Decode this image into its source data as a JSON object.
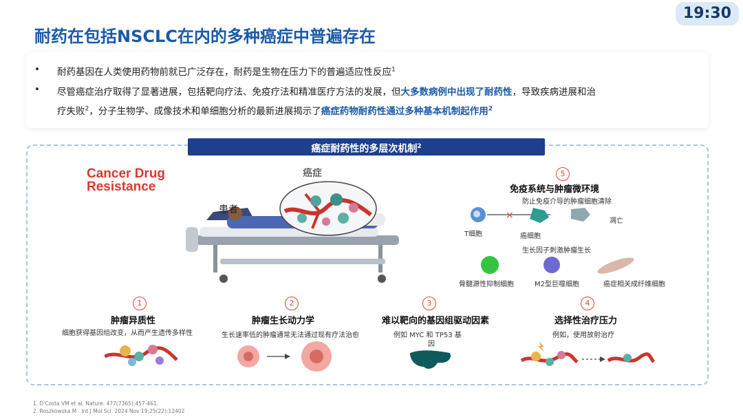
{
  "timer": "19:30",
  "title": "耐药在包括NSCLC在内的多种癌症中普遍存在",
  "bullets": {
    "marker": "•",
    "b1_text": "耐药基因在人类使用药物前就已广泛存在，耐药是生物在压力下的普遍适应性反应",
    "b1_sup": "1",
    "b2_line1_pre": "尽管癌症治疗取得了显著进展，包括靶向疗法、免疫疗法和精准医疗方法的发展，但",
    "b2_line1_hl": "大多数病例中出现了耐药性",
    "b2_line1_post": "，导致疾病进展和治",
    "b2_line2_pre": "疗失败",
    "b2_sup1": "2",
    "b2_line2_mid": "，分子生物学、成像技术和单细胞分析的最新进展揭示了",
    "b2_line2_hl": "癌症药物耐药性通过多种基本机制起作用",
    "b2_sup2": "2"
  },
  "banner": {
    "text": "癌症耐药性的多层次机制",
    "sup": "2"
  },
  "figure": {
    "cdr_line1": "Cancer Drug",
    "cdr_line2": "Resistance",
    "cancer_label": "癌症",
    "patient_label": "患者",
    "m5": {
      "num": "5",
      "title": "免疫系统与肿瘤微环境",
      "sub": "防止免疫介导的肿瘤细胞清除",
      "t_cell": "T细胞",
      "tumor_cell": "癌细胞",
      "apoptosis": "凋亡",
      "growth": "生长因子刺激肿瘤生长",
      "mdsc": "骨髓源性抑制细胞",
      "m2": "M2型巨噬细胞",
      "caf": "癌症相关成纤维细胞"
    },
    "m1": {
      "num": "1",
      "title": "肿瘤异质性",
      "desc": "细胞获得基因组改变，从而产生遗传多样性"
    },
    "m2m": {
      "num": "2",
      "title": "肿瘤生长动力学",
      "desc": "生长速率低的肿瘤通常无法通过现有疗法治愈"
    },
    "m3": {
      "num": "3",
      "title": "难以靶向的基因组驱动因素",
      "desc1": "例如 MYC 和 TP53 基",
      "desc2": "因"
    },
    "m4": {
      "num": "4",
      "title": "选择性治疗压力",
      "desc": "例如，使用放射治疗"
    }
  },
  "footnotes": [
    "1.      D'Costa VM et al. Nature. 477(7365):457-461.",
    "2.      Roszkowska M . Int J Mol Sci. 2024 Nov 19;25(22):12402"
  ],
  "colors": {
    "title_blue": "#1b5aa8",
    "banner_navy": "#1e3e8e",
    "accent_red": "#d74b3a"
  }
}
